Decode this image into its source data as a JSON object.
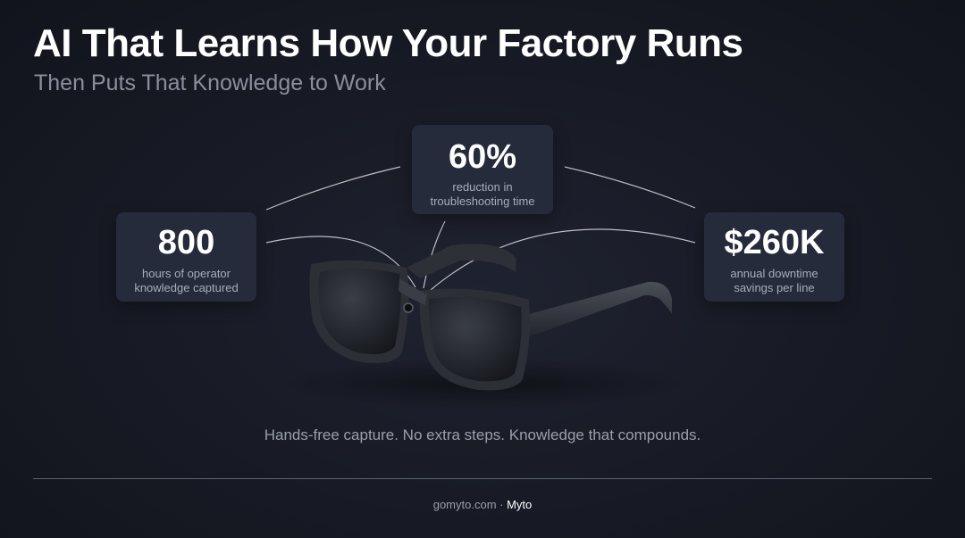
{
  "header": {
    "title": "AI That Learns How Your Factory Runs",
    "subtitle": "Then Puts That Knowledge to Work"
  },
  "stats": [
    {
      "value": "60%",
      "line1": "reduction in",
      "line2": "troubleshooting time"
    },
    {
      "value": "800",
      "line1": "hours of operator",
      "line2": "knowledge captured"
    },
    {
      "value": "$260K",
      "line1": "annual downtime",
      "line2": "savings per line"
    }
  ],
  "tagline": "Hands-free capture. No extra steps. Knowledge that compounds.",
  "footer": {
    "site": "gomyto.com",
    "separator": " · ",
    "brand": "Myto"
  },
  "colors": {
    "background": "#171a24",
    "card": "#262b3b",
    "muted_text": "#9a9fab"
  }
}
